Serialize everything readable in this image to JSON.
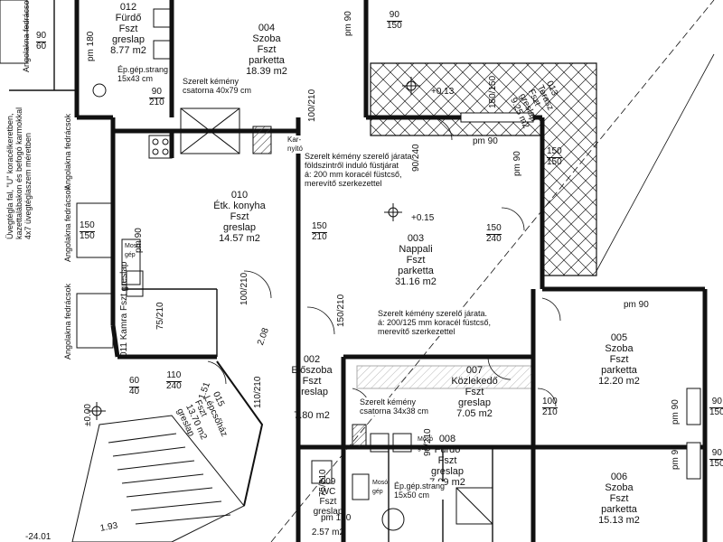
{
  "rooms": {
    "r012": {
      "num": "012",
      "name": "Fürdő",
      "floor": "Fszt",
      "surface": "greslap",
      "area": "8.77 m2"
    },
    "r004": {
      "num": "004",
      "name": "Szoba",
      "floor": "Fszt",
      "surface": "parketta",
      "area": "18.39 m2"
    },
    "r010": {
      "num": "010",
      "name": "Étk. konyha",
      "floor": "Fszt",
      "surface": "greslap",
      "area": "14.57 m2"
    },
    "r003": {
      "num": "003",
      "name": "Nappali",
      "floor": "Fszt",
      "surface": "parketta",
      "area": "31.16 m2"
    },
    "r005": {
      "num": "005",
      "name": "Szoba",
      "floor": "Fszt",
      "surface": "parketta",
      "area": "12.20 m2"
    },
    "r002": {
      "num": "002",
      "name": "Előszoba",
      "floor": "Fszt",
      "surface": "greslap",
      "area": "7.80 m2"
    },
    "r007": {
      "num": "007",
      "name": "Közlekedő",
      "floor": "Fszt",
      "surface": "greslap",
      "area": "7.05 m2"
    },
    "r008": {
      "num": "008",
      "name": "Fürdő",
      "floor": "Fszt",
      "surface": "greslap",
      "area": "7.09 m2"
    },
    "r009": {
      "num": "009",
      "name": "WC",
      "floor": "Fszt",
      "surface": "greslap",
      "area": "2.57 m2"
    },
    "r006": {
      "num": "006",
      "name": "Szoba",
      "floor": "Fszt",
      "surface": "parketta",
      "area": "15.13 m2"
    },
    "r011": {
      "num": "011",
      "name": "Kamra",
      "floor": "Fszt",
      "surface": "greslap"
    },
    "r013": {
      "num": "013",
      "name": "Terasz",
      "floor": "Fszt",
      "surface": "greslap",
      "area": "9.25 m2"
    },
    "r015": {
      "num": "015",
      "name": "Lépcsőház",
      "floor": "Fszt",
      "surface": "greslap",
      "area": "13.70 m2"
    }
  },
  "notes": {
    "chimney_top": "Szerelt kémény\ncsatorna 40x79 cm",
    "flue_1": "Szerelt kémény szerelő járata\nföldszintről induló füstjárat\ná: 200 mm koracél füstcső,\nmerevítő szerkezettel",
    "flue_2": "Szerelt kémény szerelő járata.\ná: 200/125 mm koracél füstcső,\nmerevítő szerkezettel",
    "chimney_mid": "Szerelt kémény\ncsatorna 34x38 cm",
    "shaft_top": "Ép.gép.strang\n15x43 cm",
    "shaft_bottom": "Ép.gép.strang\n15x50 cm",
    "wall_spec": "Üvegtégla fal, \"U\" koracélkeretben,\nkazettalábakon és befogó karmokkal\n4x7 üvegtéglaszem méretben",
    "radiator_1": "Angolakna fedrácsok",
    "radiator_2": "Angolakna fedrácsok",
    "radiator_3": "Angolakna fedrácsok",
    "radiator_4": "Angolakna fedrácsok",
    "legend_dryer": "Mosó\ngép",
    "legend_washer": "Mosó\ngép",
    "legend_dryer2": "Mosó\ngép",
    "vent": "Kar-\nnyitó"
  },
  "levels": {
    "terrace": "+0.13",
    "living": "+0.15",
    "entry": "±0.00",
    "stair": "-24.01"
  },
  "dims": {
    "d90_60": [
      "90",
      "60"
    ],
    "d90_150a": [
      "90",
      "150"
    ],
    "d90_210a": [
      "90",
      "210"
    ],
    "d100_210a": [
      "100",
      "210"
    ],
    "d150_150": [
      "150",
      "150"
    ],
    "d90_240": [
      "90",
      "240"
    ],
    "d150_210a": [
      "150",
      "210"
    ],
    "d150_240a": [
      "150",
      "240"
    ],
    "d150_150b": [
      "150",
      "150"
    ],
    "d100_210b": [
      "100",
      "210"
    ],
    "d75_210": [
      "75",
      "210"
    ],
    "d150_210b": [
      "150",
      "210"
    ],
    "d110_240": [
      "110",
      "240"
    ],
    "d60_40": [
      "60",
      "40"
    ],
    "d110_210": [
      "110",
      "210"
    ],
    "d100_210c": [
      "100",
      "210"
    ],
    "d90_210b": [
      "90",
      "210"
    ],
    "d90_150c": [
      "90",
      "150"
    ],
    "d90_150d": [
      "90",
      "150"
    ],
    "d75_210b": [
      "75",
      "210"
    ],
    "d150_150c": [
      "150",
      "150"
    ]
  },
  "labels": {
    "pm180a": "pm 180",
    "pm90a": "pm 90",
    "pm90b": "pm 90",
    "pm90c": "pm 90",
    "pm90d": "pm 90",
    "pm90e": "pm 90",
    "pm90f": "pm 90",
    "pm90g": "pm 90",
    "pm180b": "pm 180",
    "len208": "2.08",
    "len193": "1.93",
    "len151": "1.51"
  }
}
